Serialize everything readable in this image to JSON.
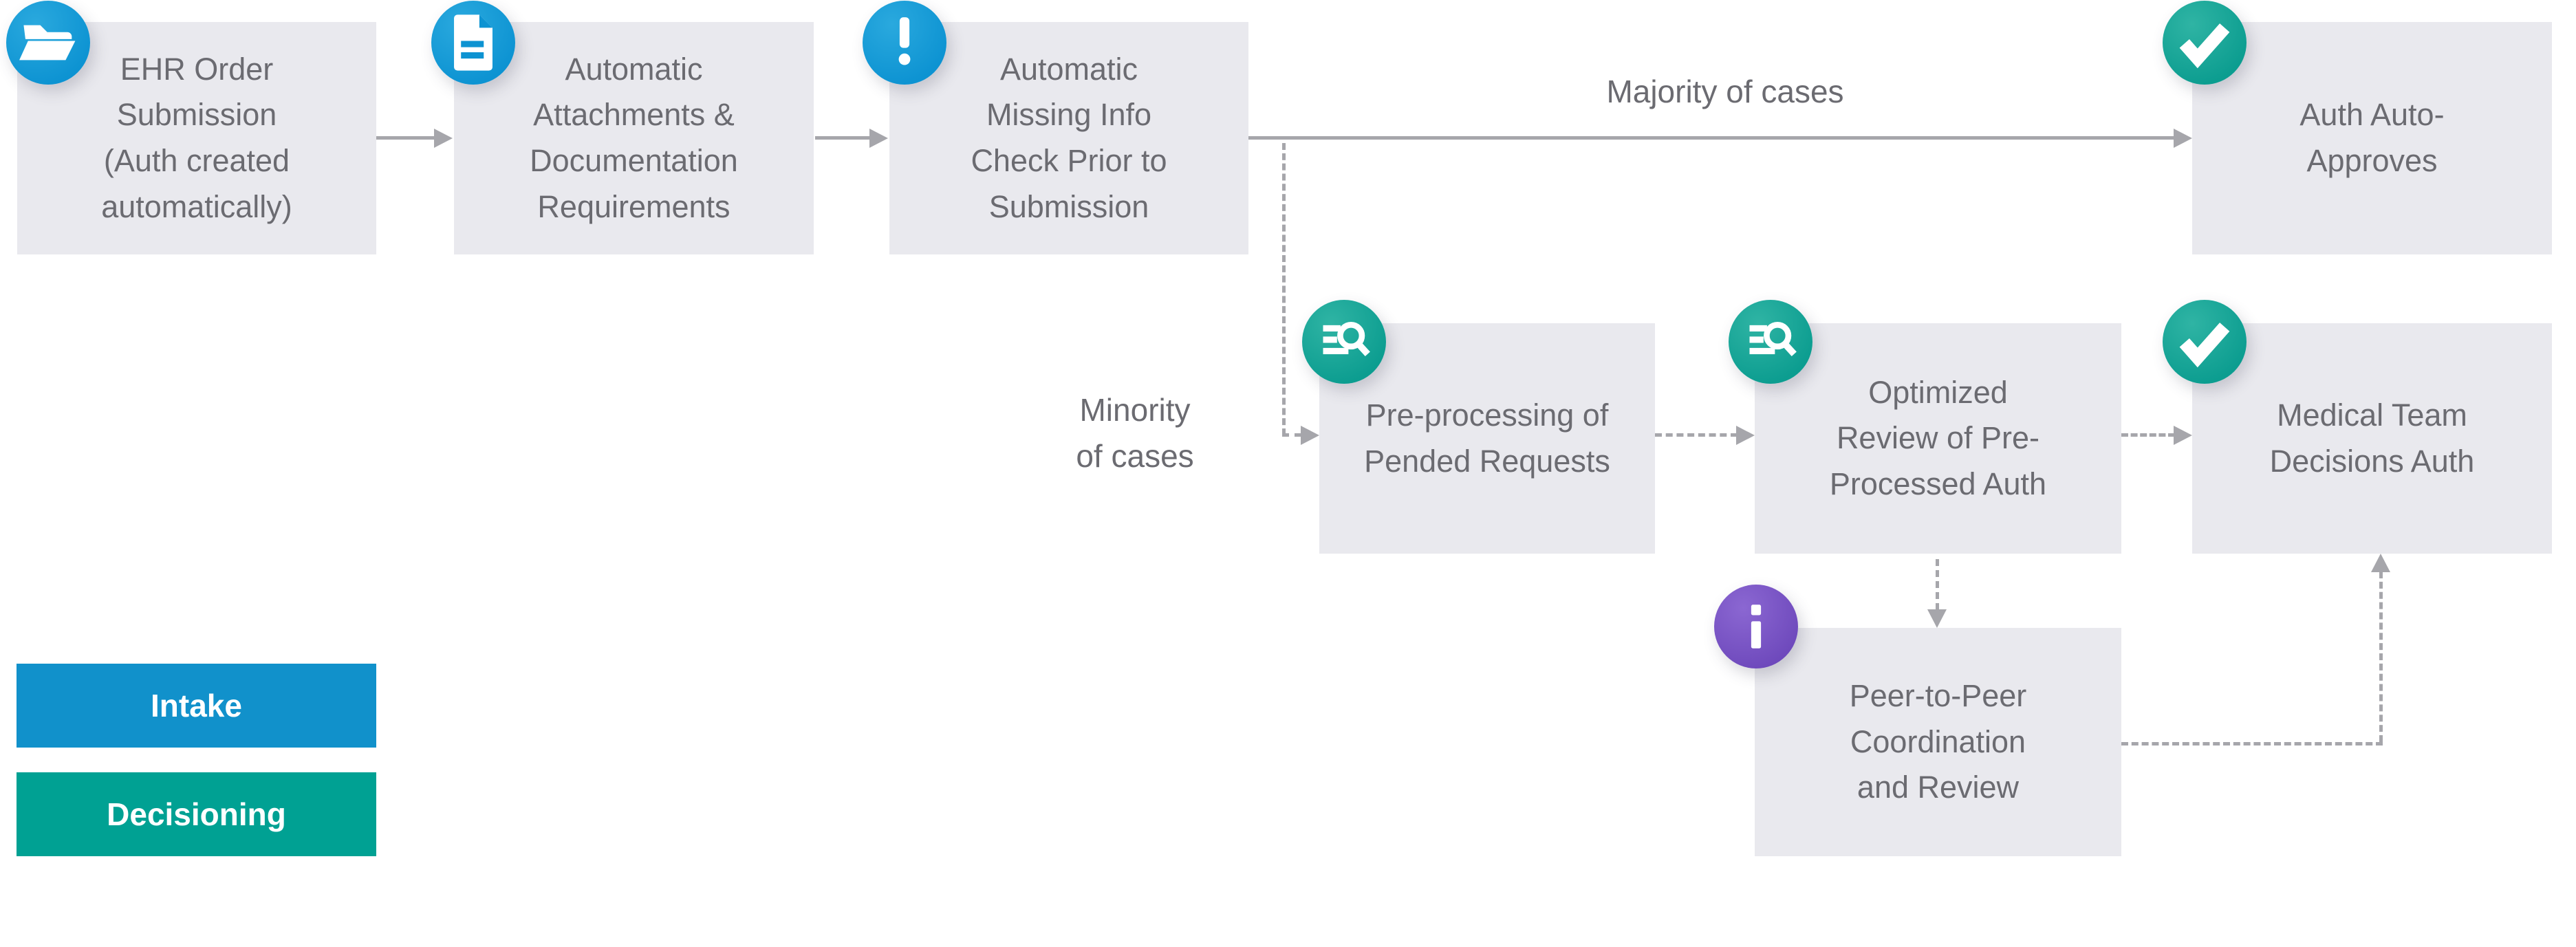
{
  "title": "Prior authorization workflow diagram",
  "palette": {
    "box_bg": "#e9e9ee",
    "box_text": "#6b6b71",
    "connector_gray": "#a6a6ab",
    "icon_blue": "#0d93d2",
    "icon_teal": "#0c9d90",
    "icon_purple": "#6d48bb",
    "legend_blue": "#1191cb",
    "legend_teal": "#00a193"
  },
  "nodes": {
    "ehr": {
      "label": "EHR Order\nSubmission\n(Auth created\nautomatically)",
      "icon": "folder-open-icon",
      "stage": "intake"
    },
    "attachments": {
      "label": "Automatic\nAttachments &\nDocumentation\nRequirements",
      "icon": "document-icon",
      "stage": "intake"
    },
    "missing_info": {
      "label": "Automatic\nMissing Info\nCheck Prior to\nSubmission",
      "icon": "alert-icon",
      "stage": "intake"
    },
    "auto_approves": {
      "label": "Auth Auto-\nApproves",
      "icon": "check-icon",
      "stage": "decisioning"
    },
    "pre_processing": {
      "label": "Pre-processing of\nPended Requests",
      "icon": "search-list-icon",
      "stage": "decisioning"
    },
    "optimized_review": {
      "label": "Optimized\nReview of Pre-\nProcessed Auth",
      "icon": "search-list-icon",
      "stage": "decisioning"
    },
    "medical_team": {
      "label": "Medical Team\nDecisions Auth",
      "icon": "check-icon",
      "stage": "decisioning"
    },
    "peer_to_peer": {
      "label": "Peer-to-Peer\nCoordination\nand Review",
      "icon": "info-icon",
      "stage": "decisioning"
    }
  },
  "edge_labels": {
    "majority": "Majority of cases",
    "minority": "Minority\nof cases"
  },
  "legend": [
    {
      "label": "Intake",
      "color": "#1191cb"
    },
    {
      "label": "Decisioning",
      "color": "#00a193"
    }
  ]
}
